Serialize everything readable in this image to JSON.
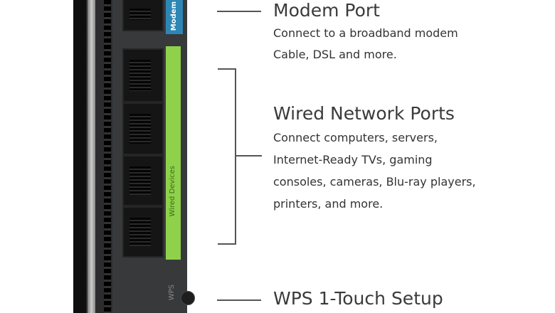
{
  "router": {
    "modem_label": "Modem",
    "wired_label": "Wired Devices",
    "wps_label": "WPS",
    "colors": {
      "modem": "#2d86b5",
      "wired": "#8fd14a"
    }
  },
  "callouts": {
    "modem": {
      "title": "Modem Port",
      "lines": [
        "Connect to a broadband modem",
        "Cable, DSL and more."
      ]
    },
    "wired": {
      "title": "Wired Network Ports",
      "lines": [
        "Connect computers, servers,",
        "Internet-Ready TVs, gaming",
        "consoles, cameras, Blu-ray players,",
        "printers, and more."
      ]
    },
    "wps": {
      "title": "WPS 1-Touch Setup"
    }
  }
}
